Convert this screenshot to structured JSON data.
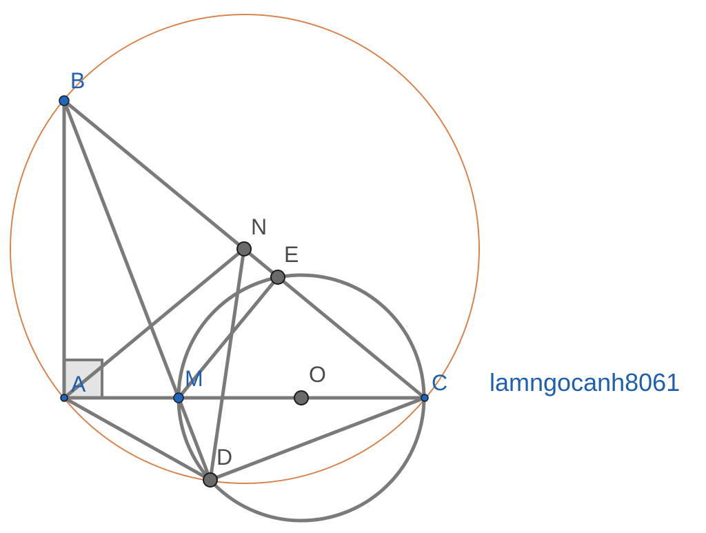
{
  "labels": {
    "A": "A",
    "B": "B",
    "C": "C",
    "D": "D",
    "E": "E",
    "M": "M",
    "N": "N",
    "O": "O"
  },
  "watermark": "lamngocanh8061",
  "colors": {
    "segment": "#7a7a7a",
    "outer_circle": "#d9834c",
    "blue_point": "#1f66c2",
    "gray_point": "#6a6a6a",
    "blue_label": "#1f5fae",
    "gray_label": "#4a4a4a"
  }
}
